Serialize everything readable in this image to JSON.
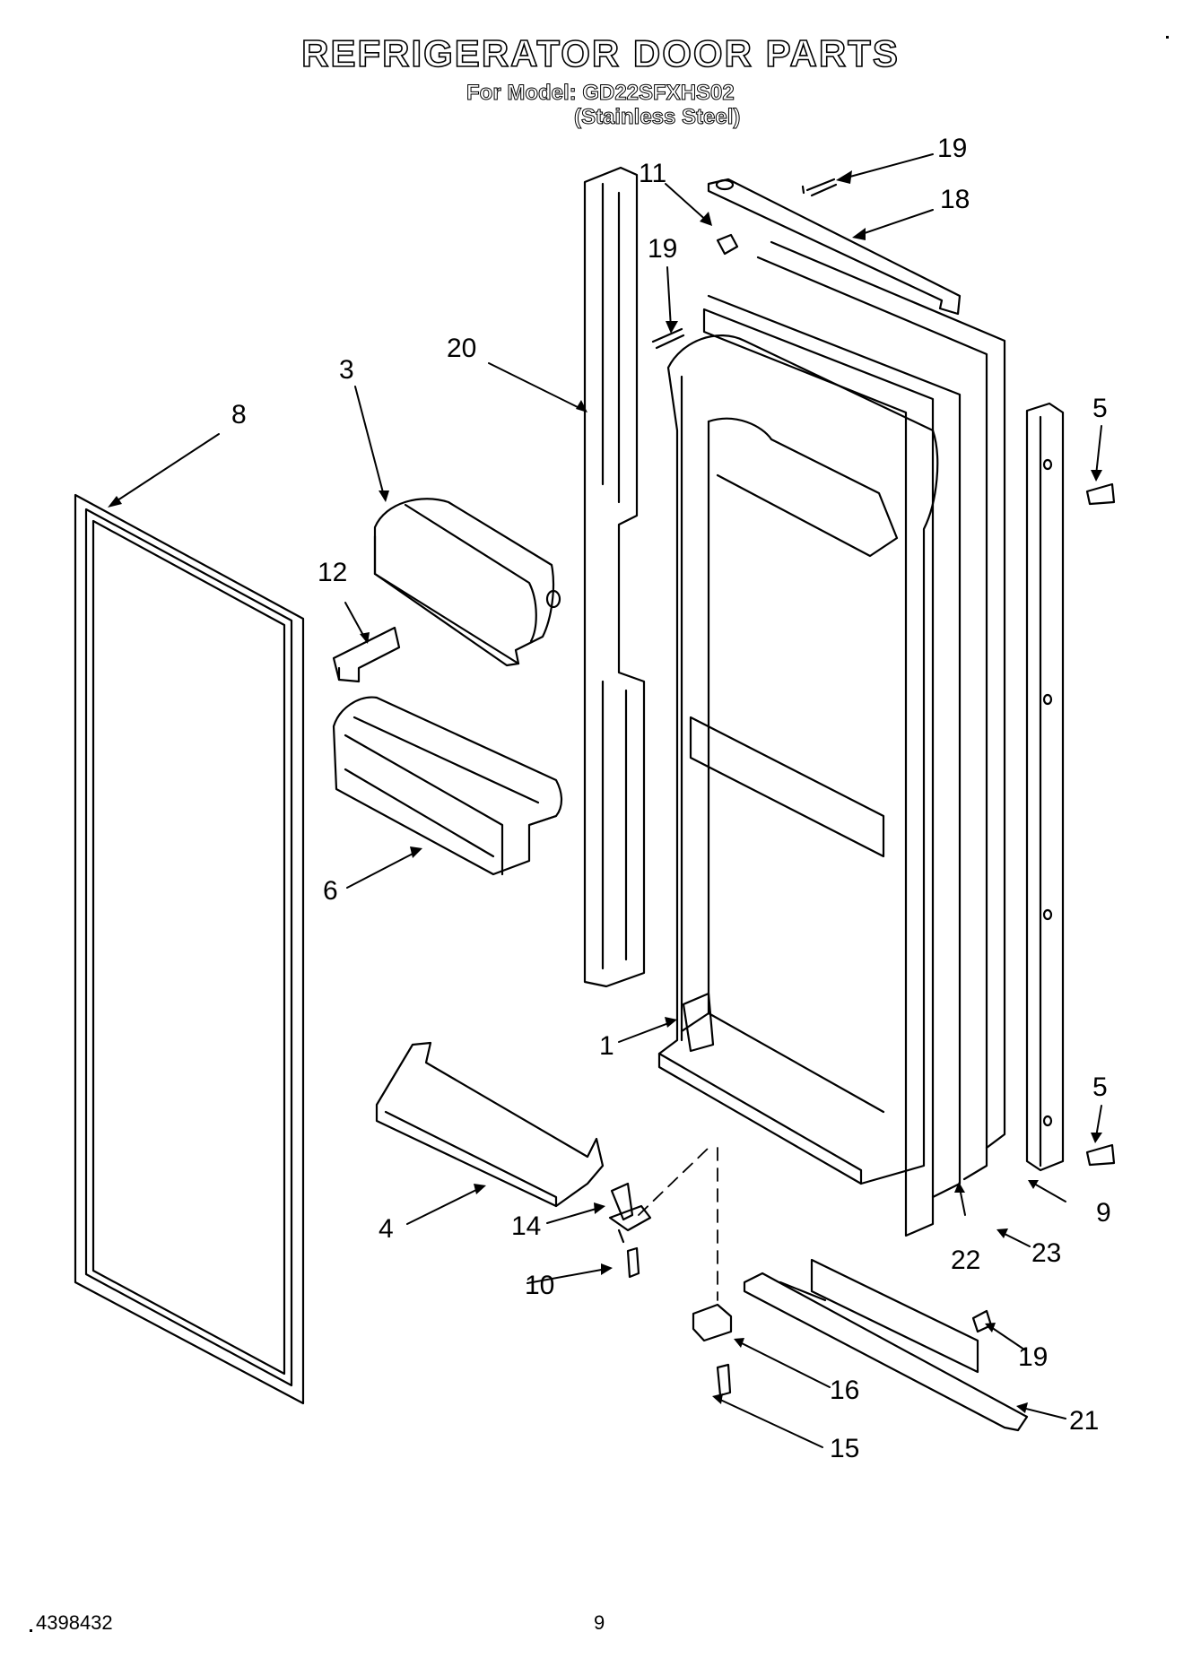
{
  "header": {
    "title": "REFRIGERATOR DOOR PARTS",
    "model_line": "For Model: GD22SFXHS02",
    "finish_line": "(Stainless Steel)"
  },
  "footer": {
    "doc_number": "4398432",
    "page_number": "9"
  },
  "callouts": [
    "19",
    "11",
    "18",
    "19",
    "20",
    "3",
    "8",
    "5",
    "12",
    "6",
    "1",
    "5",
    "4",
    "14",
    "10",
    "9",
    "22",
    "23",
    "19",
    "16",
    "21",
    "15"
  ]
}
